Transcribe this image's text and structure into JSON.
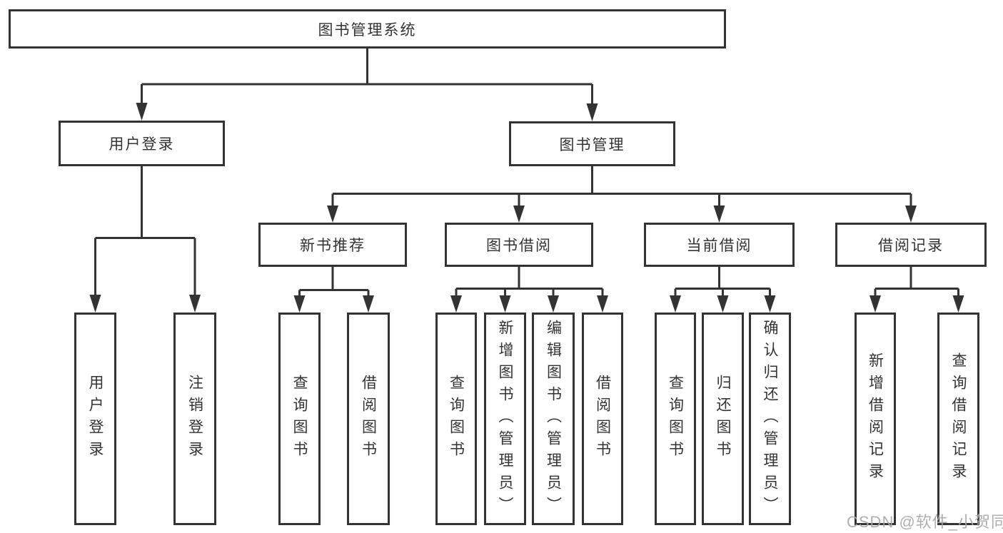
{
  "nodes": {
    "root": "图书管理系统",
    "user_login": "用户登录",
    "book_mgmt": "图书管理",
    "new_book_rec": "新书推荐",
    "book_borrow": "图书借阅",
    "current_borrow": "当前借阅",
    "borrow_records": "借阅记录",
    "leaf_user_login": "用户登录",
    "leaf_logout": "注销登录",
    "leaf_query_book_rec": "查询图书",
    "leaf_borrow_book_rec": "借阅图书",
    "leaf_query_book_borrow": "查询图书",
    "leaf_add_book_admin": "新增图书（管理员）",
    "leaf_edit_book_admin": "编辑图书（管理员）",
    "leaf_borrow_book_borrow": "借阅图书",
    "leaf_query_book_current": "查询图书",
    "leaf_return_book": "归还图书",
    "leaf_confirm_return_admin": "确认归还（管理员）",
    "leaf_add_borrow_record": "新增借阅记录",
    "leaf_query_borrow_record": "查询借阅记录"
  },
  "hierarchy": {
    "图书管理系统": {
      "用户登录": [
        "用户登录",
        "注销登录"
      ],
      "图书管理": {
        "新书推荐": [
          "查询图书",
          "借阅图书"
        ],
        "图书借阅": [
          "查询图书",
          "新增图书（管理员）",
          "编辑图书（管理员）",
          "借阅图书"
        ],
        "当前借阅": [
          "查询图书",
          "归还图书",
          "确认归还（管理员）"
        ],
        "借阅记录": [
          "新增借阅记录",
          "查询借阅记录"
        ]
      }
    }
  },
  "watermark": "CSDN @软件_小贺同学",
  "colors": {
    "line": "#333333",
    "text": "#333333",
    "box_background": "#ffffff",
    "watermark": "#a8a8a8",
    "page_background": "#ffffff"
  }
}
